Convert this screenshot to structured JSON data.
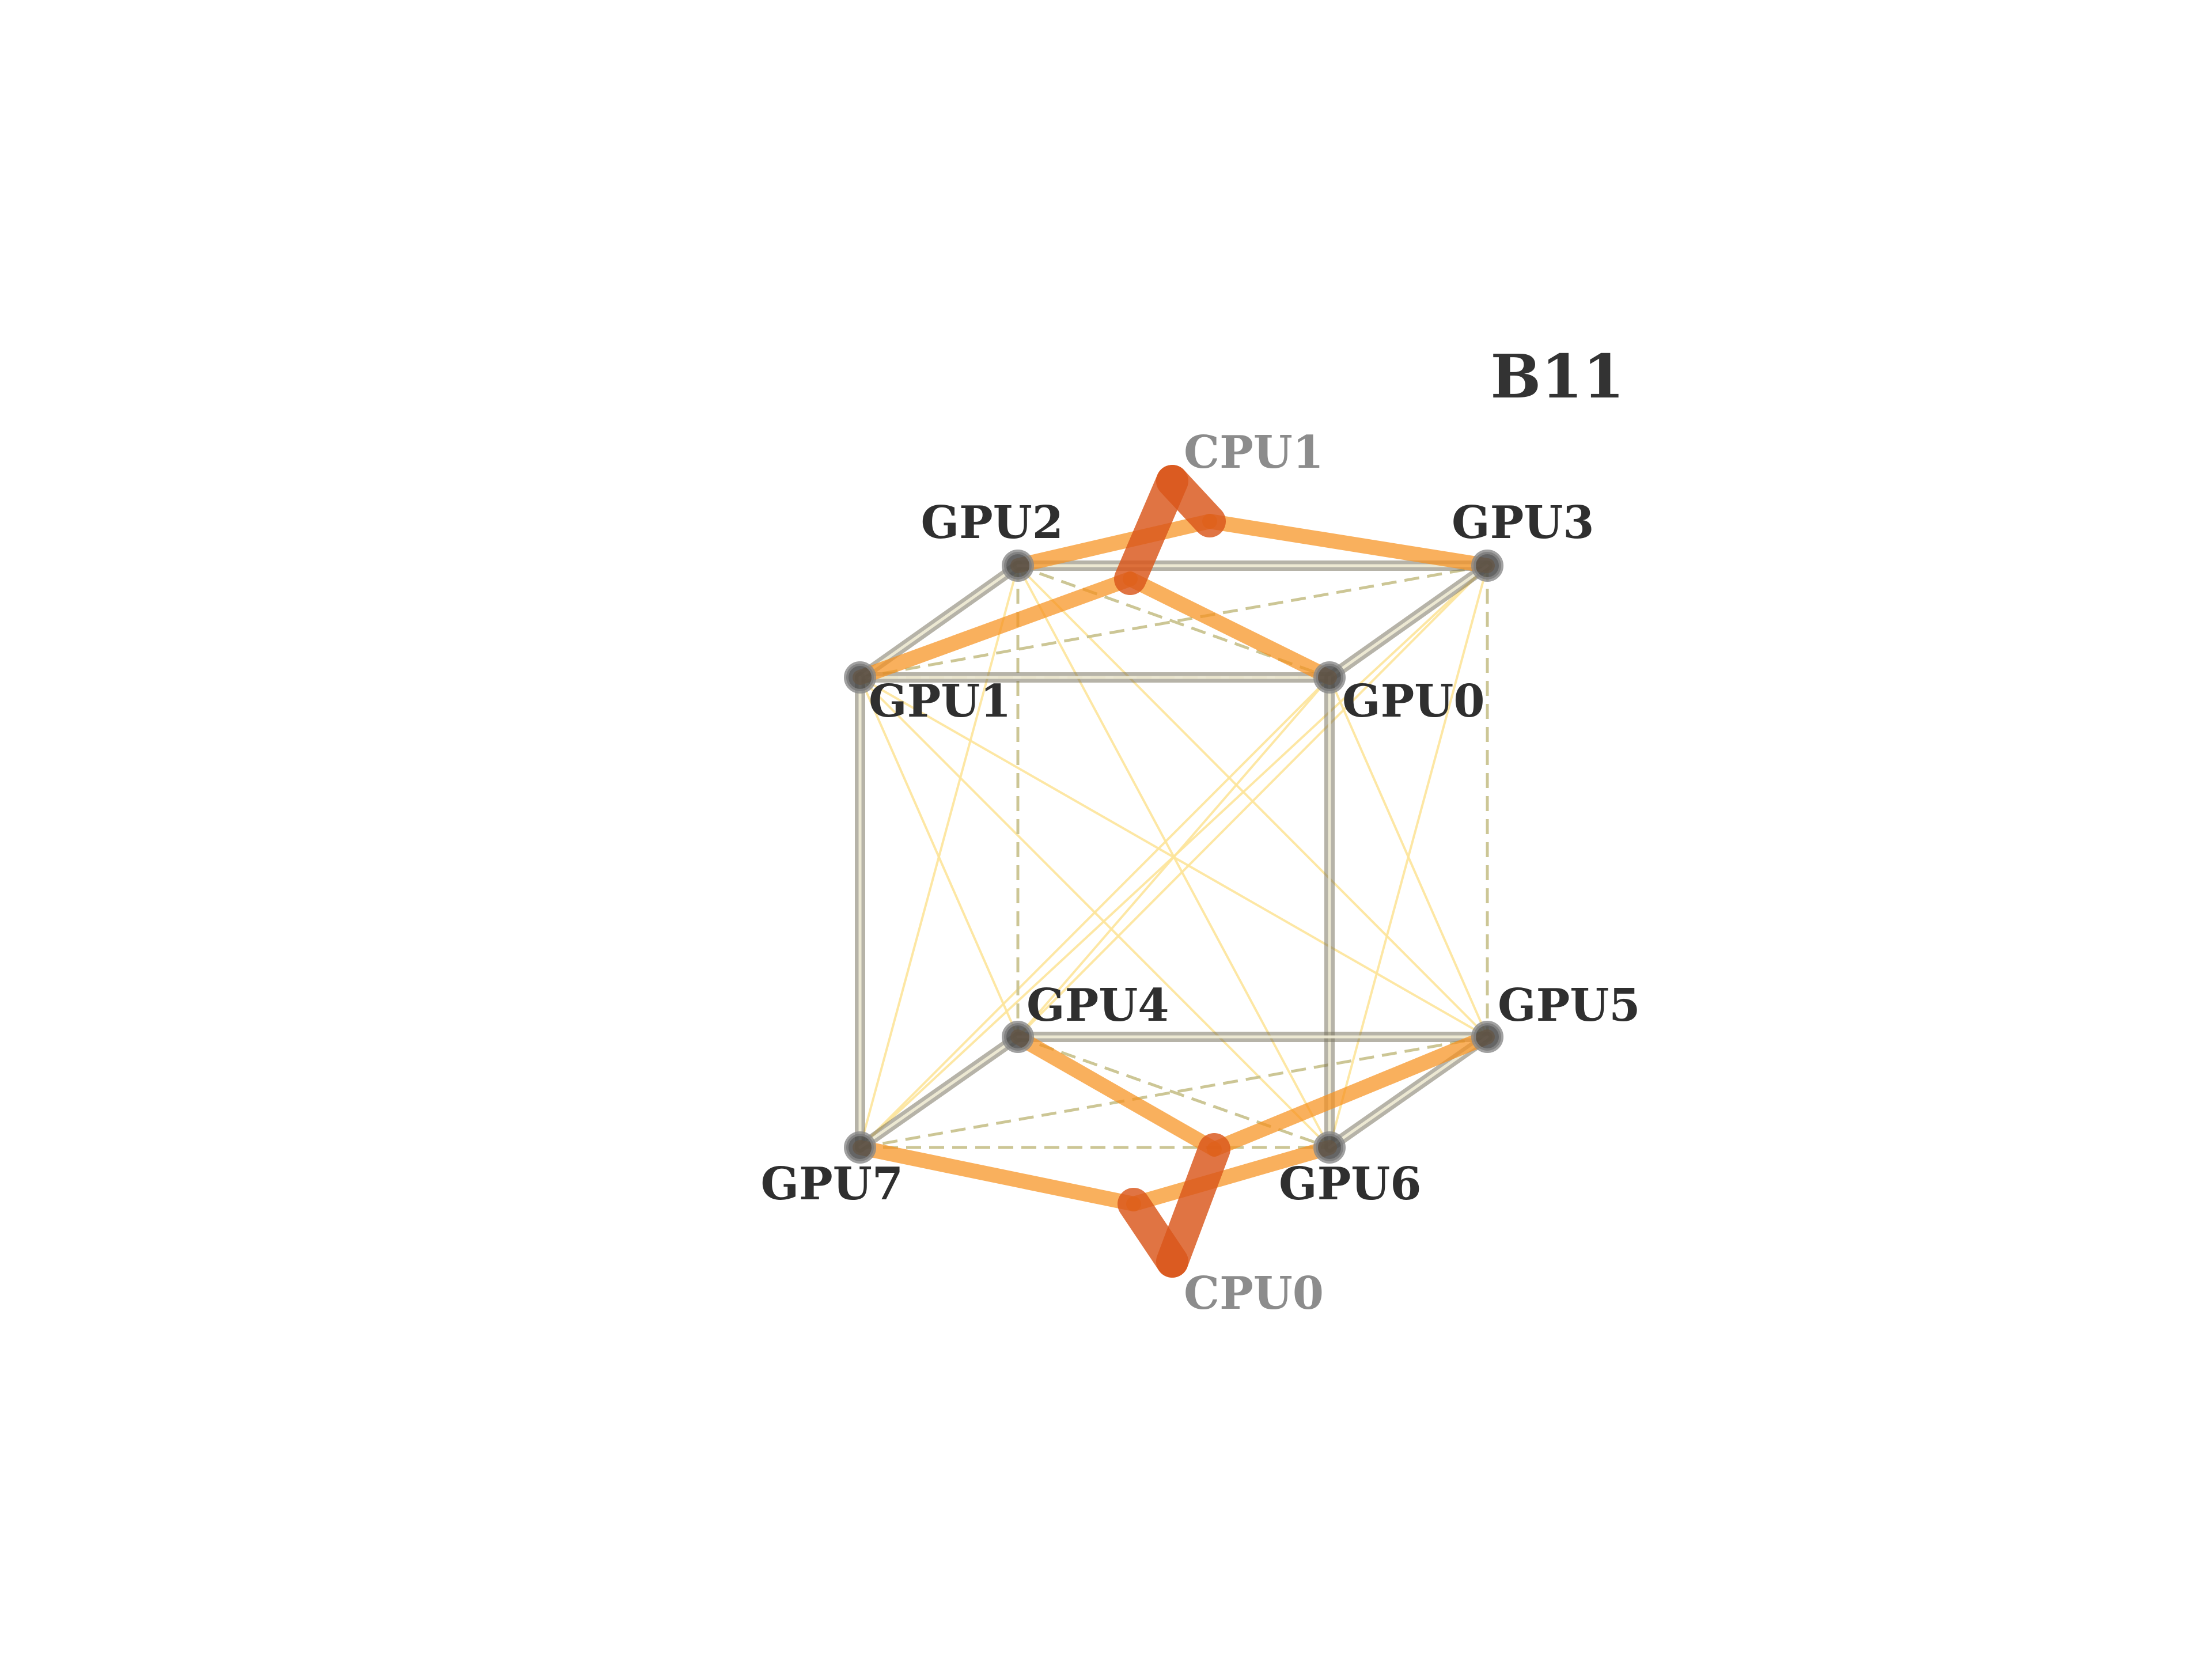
{
  "title": "B11",
  "colors": {
    "nvlink_strong": "#7a7560",
    "nvlink_dashed": "#c9c38f",
    "pcie_thin": "#fde49a",
    "pcie_host": "#f7921e",
    "cpu_link": "#d9561a",
    "gpu_node": "#4a4a4a",
    "gpu_label": "#2f2f2f",
    "cpu_label": "#8c8c8c"
  },
  "nodes": [
    {
      "id": "GPU0",
      "label": "GPU0",
      "kind": "gpu"
    },
    {
      "id": "GPU1",
      "label": "GPU1",
      "kind": "gpu"
    },
    {
      "id": "GPU2",
      "label": "GPU2",
      "kind": "gpu"
    },
    {
      "id": "GPU3",
      "label": "GPU3",
      "kind": "gpu"
    },
    {
      "id": "GPU4",
      "label": "GPU4",
      "kind": "gpu"
    },
    {
      "id": "GPU5",
      "label": "GPU5",
      "kind": "gpu"
    },
    {
      "id": "GPU6",
      "label": "GPU6",
      "kind": "gpu"
    },
    {
      "id": "GPU7",
      "label": "GPU7",
      "kind": "gpu"
    },
    {
      "id": "CPU1",
      "label": "CPU1",
      "kind": "cpu"
    },
    {
      "id": "CPU0",
      "label": "CPU0",
      "kind": "cpu"
    }
  ],
  "edges": {
    "solid": [
      [
        "GPU1",
        "GPU0"
      ],
      [
        "GPU1",
        "GPU2"
      ],
      [
        "GPU2",
        "GPU3"
      ],
      [
        "GPU0",
        "GPU3"
      ],
      [
        "GPU1",
        "GPU7"
      ],
      [
        "GPU0",
        "GPU6"
      ],
      [
        "GPU7",
        "GPU4"
      ],
      [
        "GPU4",
        "GPU5"
      ],
      [
        "GPU5",
        "GPU6"
      ]
    ],
    "dashed": [
      [
        "GPU1",
        "GPU0"
      ],
      [
        "GPU2",
        "GPU0"
      ],
      [
        "GPU1",
        "GPU3"
      ],
      [
        "GPU3",
        "GPU5"
      ],
      [
        "GPU2",
        "GPU4"
      ],
      [
        "GPU7",
        "GPU6"
      ],
      [
        "GPU4",
        "GPU6"
      ],
      [
        "GPU7",
        "GPU5"
      ]
    ],
    "thin": [
      [
        "GPU2",
        "GPU7"
      ],
      [
        "GPU2",
        "GPU6"
      ],
      [
        "GPU2",
        "GPU5"
      ],
      [
        "GPU3",
        "GPU7"
      ],
      [
        "GPU3",
        "GPU4"
      ],
      [
        "GPU3",
        "GPU6"
      ],
      [
        "GPU1",
        "GPU6"
      ],
      [
        "GPU1",
        "GPU5"
      ],
      [
        "GPU1",
        "GPU4"
      ],
      [
        "GPU0",
        "GPU7"
      ],
      [
        "GPU0",
        "GPU4"
      ],
      [
        "GPU0",
        "GPU5"
      ]
    ],
    "host_top": [
      [
        "GPU1",
        "SW1a"
      ],
      [
        "GPU0",
        "SW1a"
      ],
      [
        "GPU2",
        "SW1b"
      ],
      [
        "GPU3",
        "SW1b"
      ]
    ],
    "host_bottom": [
      [
        "GPU7",
        "SW0a"
      ],
      [
        "GPU6",
        "SW0a"
      ],
      [
        "GPU4",
        "SW0b"
      ],
      [
        "GPU5",
        "SW0b"
      ]
    ],
    "cpu": [
      [
        "CPU1",
        "SW1a"
      ],
      [
        "CPU1",
        "SW1b"
      ],
      [
        "CPU0",
        "SW0a"
      ],
      [
        "CPU0",
        "SW0b"
      ]
    ]
  }
}
